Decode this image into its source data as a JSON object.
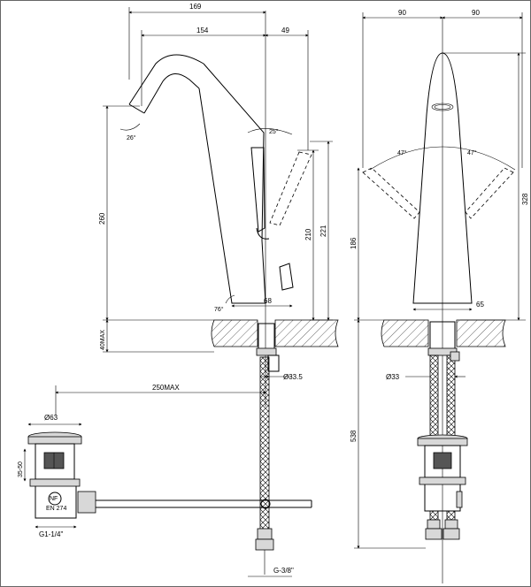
{
  "dimensions": {
    "top_width": "169",
    "spout_reach": "154",
    "lever_offset": "49",
    "half_left": "90",
    "half_right": "90",
    "spout_angle": "26°",
    "lever_angle_side": "25°",
    "lever_angle_left": "47°",
    "lever_angle_right": "47°",
    "height_spout": "260",
    "height_lever": "210",
    "height_total_side": "221",
    "height_front": "328",
    "height_body": "186",
    "base_angle": "76°",
    "base_width": "68",
    "base_width_front": "65",
    "deck_thickness": "40MAX",
    "shank_diameter_side": "Ø33.5",
    "shank_diameter_front": "Ø33",
    "waste_reach": "250MAX",
    "waste_diameter": "Ø63",
    "waste_height": "35-50",
    "waste_thread": "G1-1/4\"",
    "hose_length": "538",
    "hose_thread": "G-3/8\""
  },
  "logo": {
    "text": "NF",
    "code": "EN 274"
  }
}
